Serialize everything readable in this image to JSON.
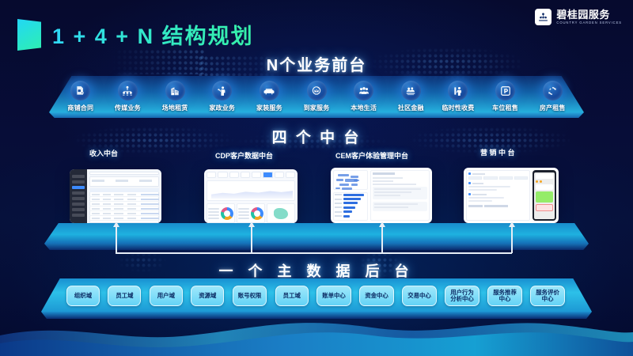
{
  "header": {
    "title": "1 + 4 + N 结构规划",
    "brand_cn": "碧桂园服务",
    "brand_en": "COUNTRY GARDEN SERVICES",
    "brand_icon": "group-people-icon"
  },
  "sections": {
    "front_title": "N个业务前台",
    "middle_title": "四 个 中 台",
    "back_title": "一 个 主 数 据 后 台"
  },
  "front_platform": {
    "items": [
      {
        "label": "商铺合同",
        "icon": "contract-document-icon"
      },
      {
        "label": "传媒业务",
        "icon": "network-share-icon"
      },
      {
        "label": "场地租赁",
        "icon": "building-icon"
      },
      {
        "label": "家政业务",
        "icon": "housekeeper-icon"
      },
      {
        "label": "家装服务",
        "icon": "sofa-icon"
      },
      {
        "label": "到家服务",
        "icon": "service-bell-icon"
      },
      {
        "label": "本地生活",
        "icon": "people-group-icon"
      },
      {
        "label": "社区金融",
        "icon": "community-finance-icon"
      },
      {
        "label": "临时性收费",
        "icon": "temporary-fee-icon"
      },
      {
        "label": "车位租售",
        "icon": "parking-p-icon"
      },
      {
        "label": "房产租售",
        "icon": "refresh-cycle-icon"
      }
    ]
  },
  "middle_platform": {
    "panels": [
      {
        "title": "收入中台",
        "screenshot": "revenue-dashboard-table"
      },
      {
        "title": "CDP客户数据中台",
        "screenshot": "cdp-analytics-dashboard"
      },
      {
        "title": "CEM客户体验管理中台",
        "screenshot": "cem-wordcloud-report"
      },
      {
        "title": "营 销 中 台",
        "screenshot": "marketing-form-and-phone"
      }
    ]
  },
  "back_platform": {
    "tags": [
      "组织域",
      "员工域",
      "用户域",
      "资源域",
      "账号权限",
      "员工域",
      "账单中心",
      "资金中心",
      "交易中心",
      "用户行为\n分析中心",
      "服务推荐\n中心",
      "服务评价\n中心"
    ]
  },
  "colors": {
    "background_dark": "#060a2e",
    "accent_cyan": "#2fd8f7",
    "accent_green": "#36f0a8",
    "platform_blue": "#1f9ad6",
    "tag_fill": "#7fddf8",
    "tag_text": "#0b2a63",
    "arrow": "#e8eef6"
  }
}
